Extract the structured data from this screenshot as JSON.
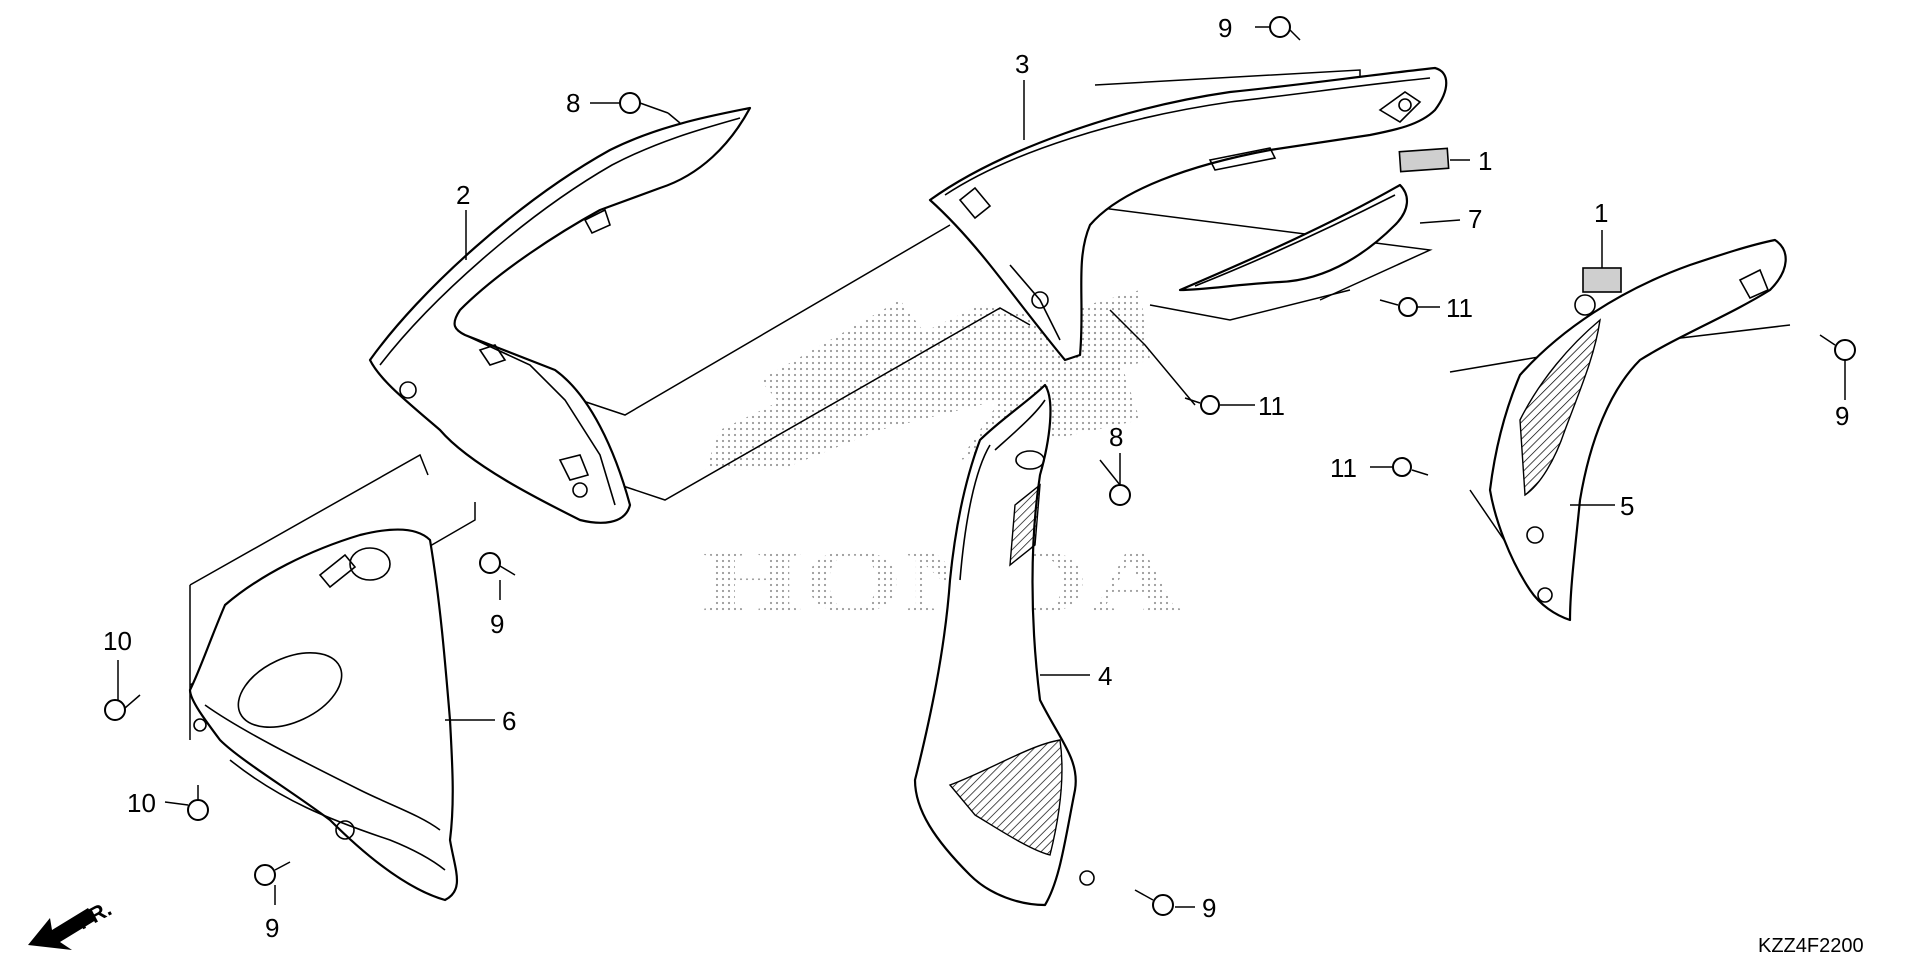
{
  "diagram": {
    "brand_watermark": "HONDA",
    "diagram_code": "KZZ4F2200",
    "direction_label": "FR.",
    "callouts": [
      "1",
      "1",
      "2",
      "3",
      "4",
      "5",
      "6",
      "7",
      "8",
      "8",
      "9",
      "9",
      "9",
      "9",
      "9",
      "10",
      "10",
      "11",
      "11",
      "11"
    ]
  }
}
